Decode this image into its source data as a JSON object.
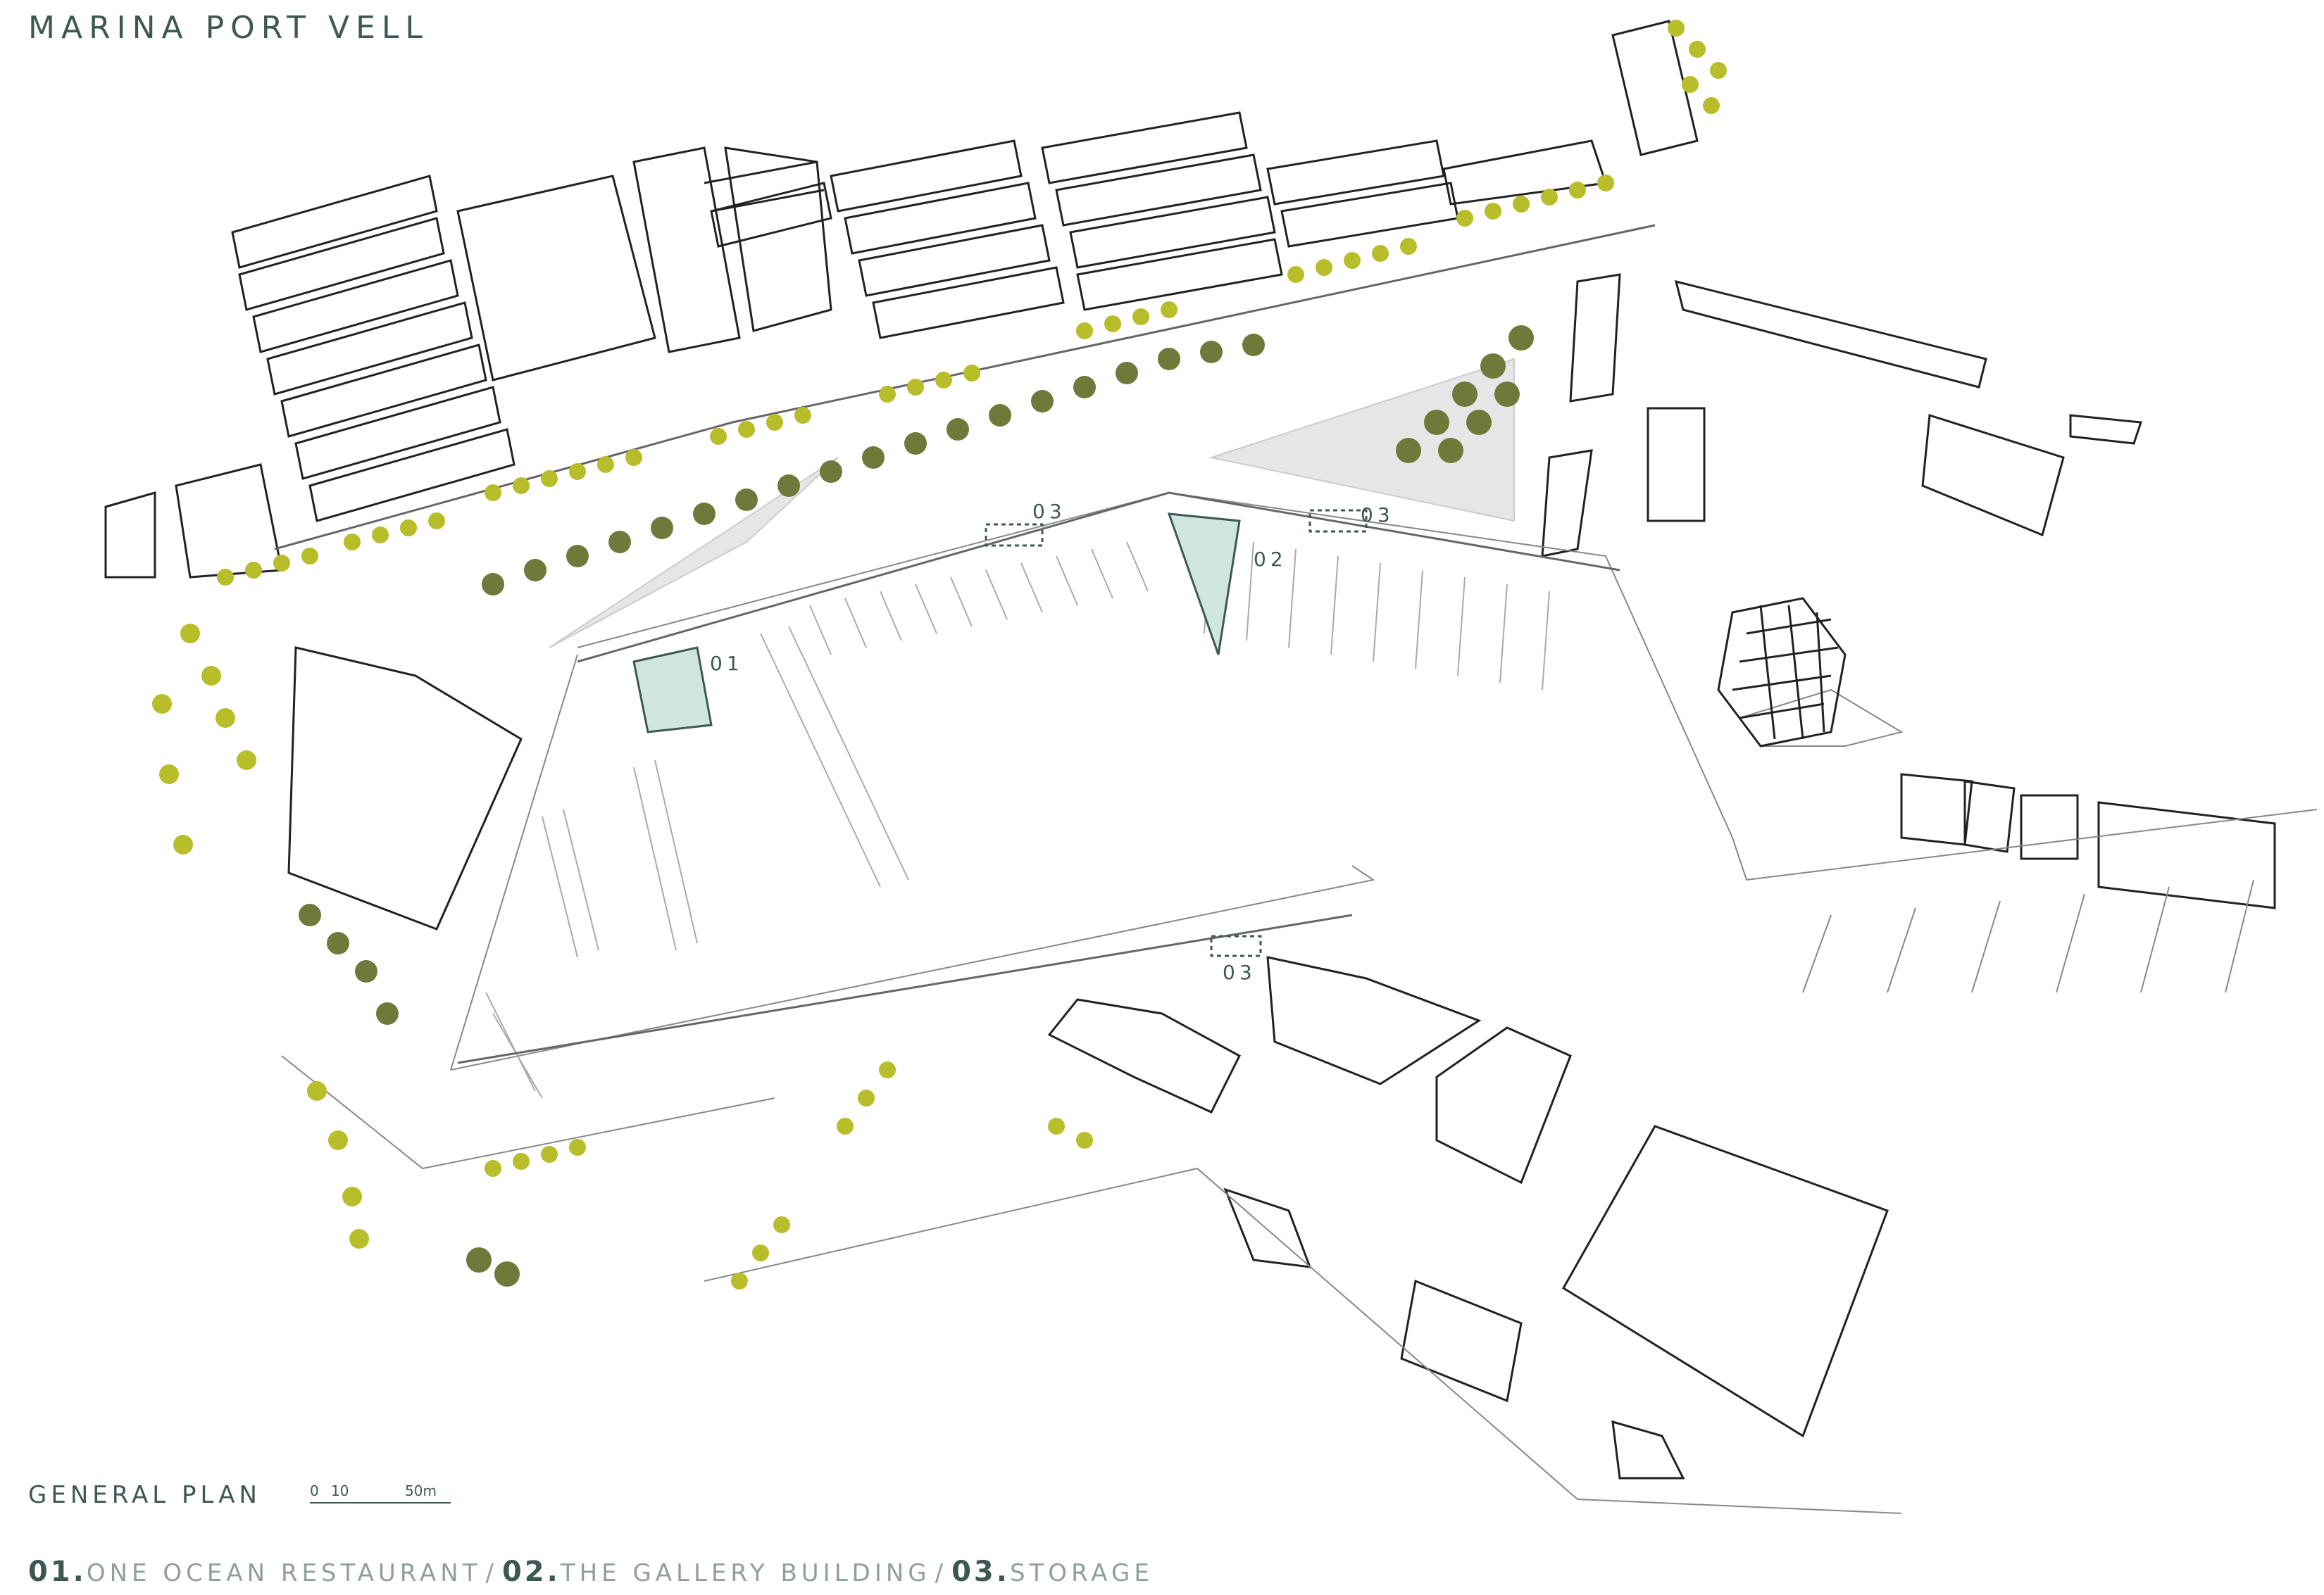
{
  "title": "MARINA PORT VELL",
  "plan_label": "GENERAL PLAN",
  "scale": {
    "start": "0",
    "mid": "10",
    "end": "50m"
  },
  "legend": [
    {
      "number": "01.",
      "name": "ONE OCEAN RESTAURANT"
    },
    {
      "number": "02.",
      "name": "THE GALLERY BUILDING"
    },
    {
      "number": "03.",
      "name": "STORAGE"
    }
  ],
  "legend_separator": "/",
  "callouts": {
    "c01": "01",
    "c02": "02",
    "c03a": "03",
    "c03b": "03",
    "c03c": "03"
  },
  "colors": {
    "text": "#3d5852",
    "muted": "#8f9f9b",
    "tree_light": "#b8bd2a",
    "tree_dark": "#6d7a3a",
    "building_focus": "#cfe6df",
    "lines": "#555555"
  }
}
